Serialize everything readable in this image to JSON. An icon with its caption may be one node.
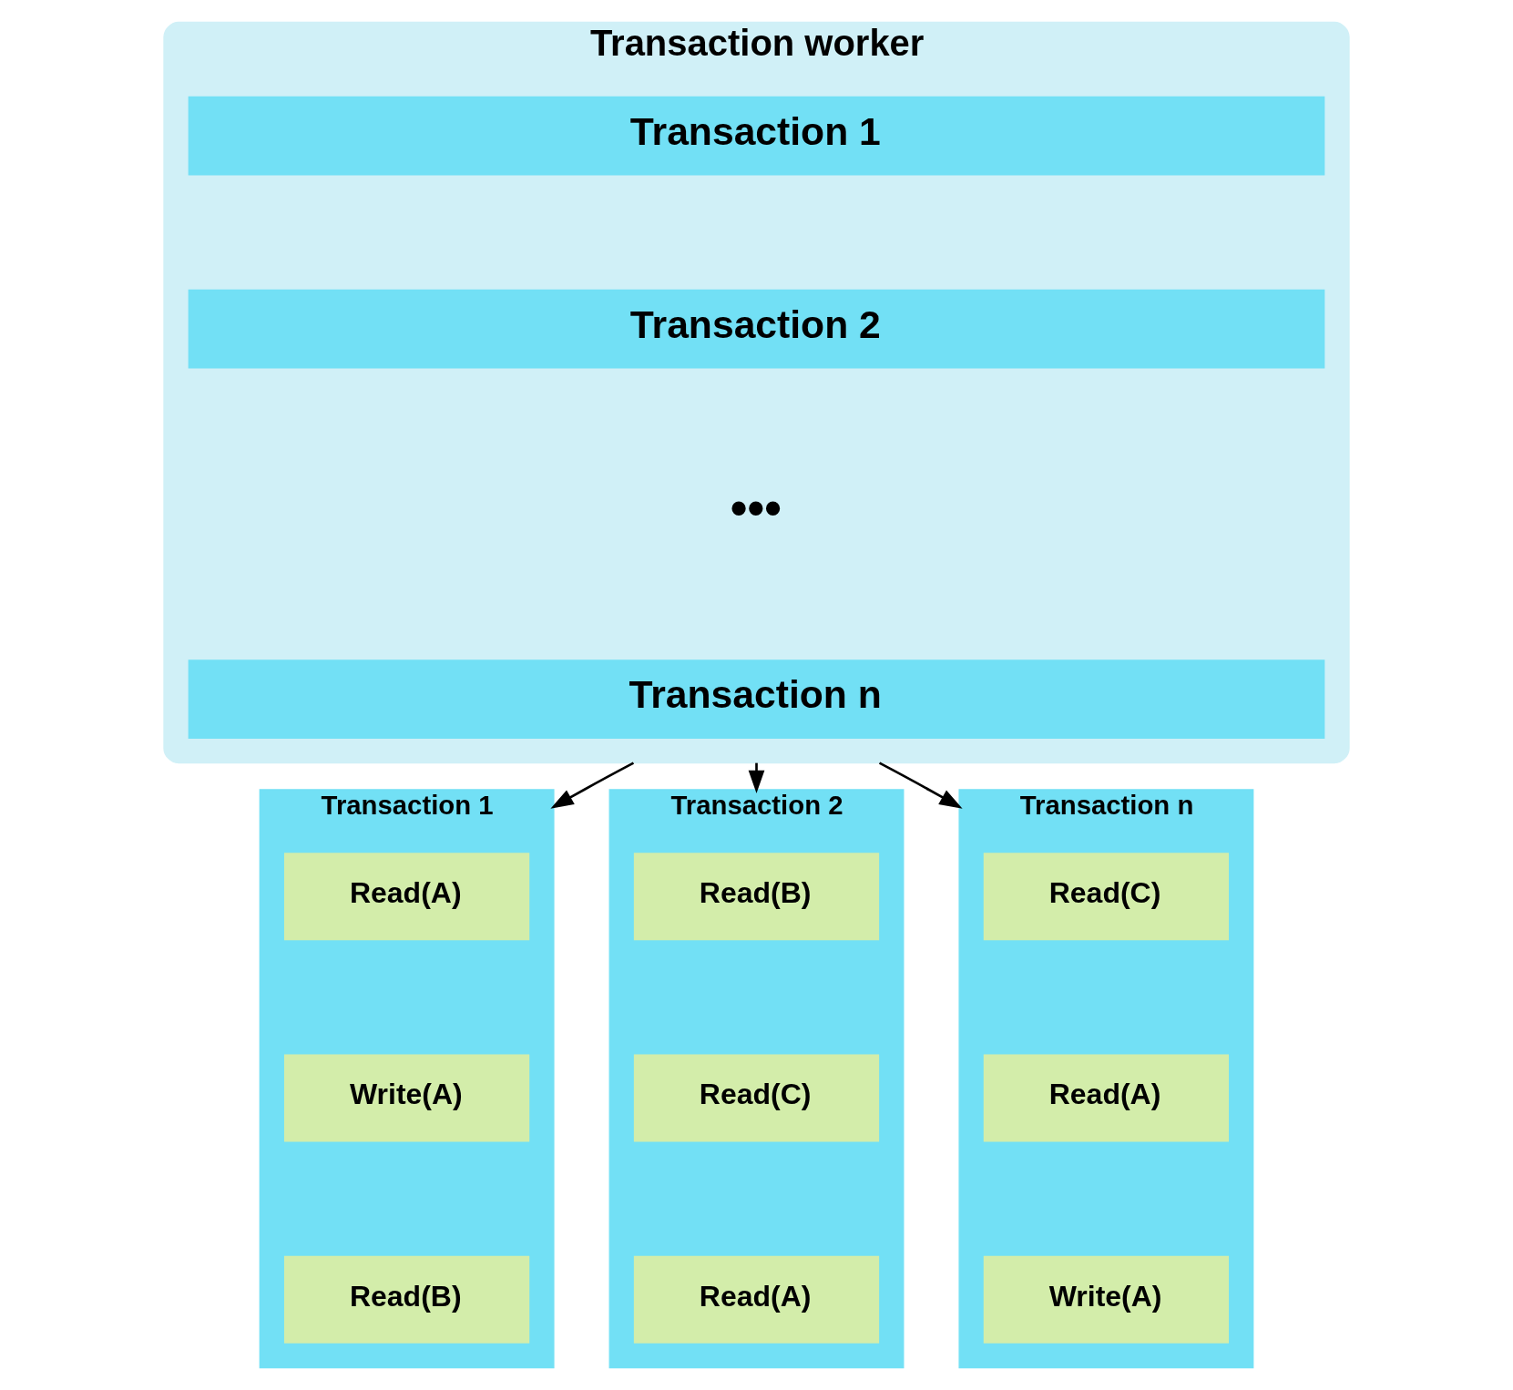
{
  "diagram": {
    "nodes": [
      {
        "text": [
          "Transaction worker"
        ]
      },
      {
        "text": [
          "Transaction 1"
        ],
        "in": 0
      },
      {
        "text": [
          "Transaction 2"
        ],
        "in": 0
      },
      {
        "text": [
          "Transaction n"
        ],
        "in": 0
      },
      {
        "text": [
          "Transaction 1"
        ]
      },
      {
        "text": [
          "Read(A)"
        ],
        "in": 4
      },
      {
        "text": [
          "Write(A)"
        ],
        "in": 4
      },
      {
        "text": [
          "Read(B)"
        ],
        "in": 4
      },
      {
        "text": [
          "Transaction 2"
        ]
      },
      {
        "text": [
          "Read(B)"
        ],
        "in": 8
      },
      {
        "text": [
          "Read(C)"
        ],
        "in": 8
      },
      {
        "text": [
          "Read(A)"
        ],
        "in": 8
      },
      {
        "text": [
          "Transaction n"
        ]
      },
      {
        "text": [
          "Read(C)"
        ],
        "in": 12
      },
      {
        "text": [
          "Read(A)"
        ],
        "in": 12
      },
      {
        "text": [
          "Write(A)"
        ],
        "in": 12
      }
    ],
    "edges": [
      {
        "from": 0,
        "to": 4,
        "arrow": "to"
      },
      {
        "from": 0,
        "to": 8,
        "arrow": "to"
      },
      {
        "from": 0,
        "to": 12,
        "arrow": "to"
      }
    ],
    "labels": [
      "•••"
    ]
  }
}
